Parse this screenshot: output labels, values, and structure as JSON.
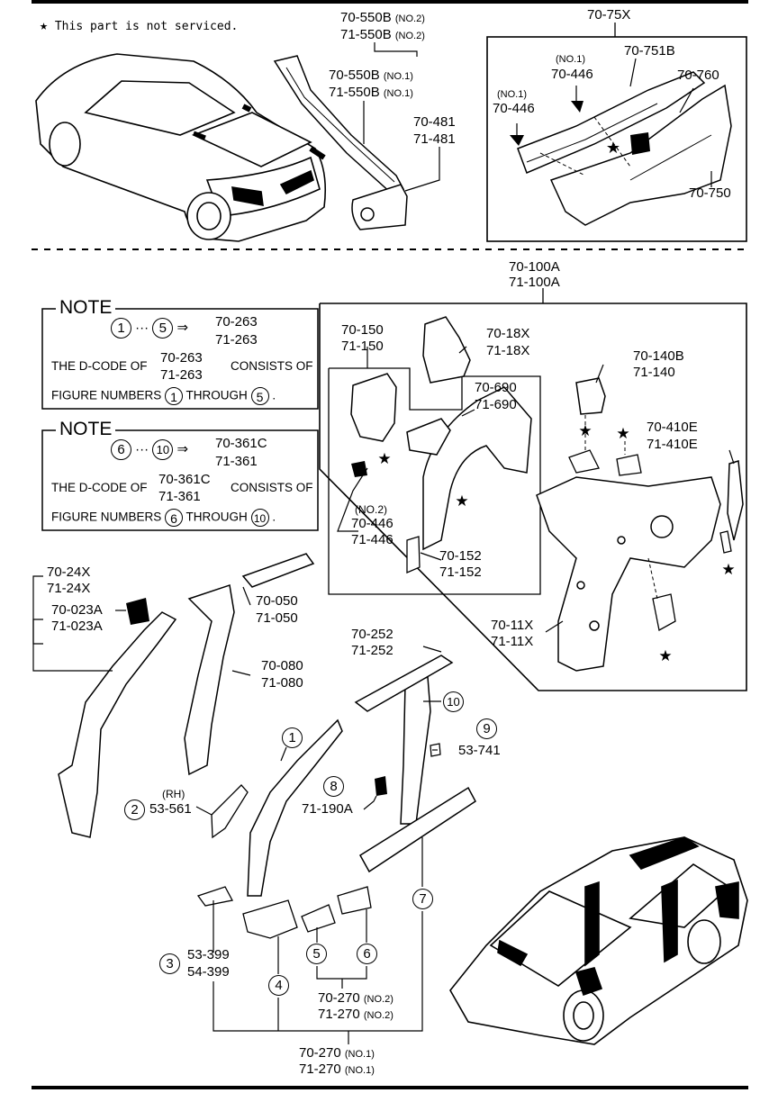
{
  "legend": {
    "icon": "star-icon",
    "text": "This part is not serviced."
  },
  "top": {
    "l1": "70-550B",
    "l1s": "(NO.2)",
    "l2": "71-550B",
    "l2s": "(NO.2)",
    "l3": "70-550B",
    "l3s": "(NO.1)",
    "l4": "71-550B",
    "l4s": "(NO.1)",
    "l5": "70-481",
    "l6": "71-481"
  },
  "box75": {
    "title": "70-75X",
    "p1s": "(NO.1)",
    "p1": "70-446",
    "p2": "70-751B",
    "p3s": "(NO.1)",
    "p3": "70-446",
    "p4": "70-760",
    "p5": "70-750"
  },
  "main100": {
    "l1": "70-100A",
    "l2": "71-100A"
  },
  "note1": {
    "title": "NOTE",
    "c_from": "1",
    "dots": "···",
    "c_to": "5",
    "arrow": "⇒",
    "code1": "70-263",
    "code2": "71-263",
    "t1": "THE D-CODE OF",
    "t2": "CONSISTS OF",
    "t3": "FIGURE NUMBERS",
    "t4": "THROUGH",
    "period": "."
  },
  "note2": {
    "title": "NOTE",
    "c_from": "6",
    "dots": "···",
    "c_to": "10",
    "arrow": "⇒",
    "code1": "70-361C",
    "code2": "71-361",
    "t1": "THE D-CODE OF",
    "t2": "CONSISTS OF",
    "t3": "FIGURE NUMBERS",
    "t4": "THROUGH",
    "period": "."
  },
  "inner": {
    "a1": "70-150",
    "a2": "71-150",
    "b1": "70-18X",
    "b2": "71-18X",
    "c1": "70-690",
    "c2": "71-690",
    "d0": "(NO.2)",
    "d1": "70-446",
    "d2": "71-446",
    "e1": "70-152",
    "e2": "71-152"
  },
  "right": {
    "a1": "70-140B",
    "a2": "71-140",
    "b1": "70-410E",
    "b2": "71-410E",
    "c1": "70-11X",
    "c2": "71-11X"
  },
  "lower": {
    "a1": "70-24X",
    "a2": "71-24X",
    "b1": "70-023A",
    "b2": "71-023A",
    "c1": "70-050",
    "c2": "71-050",
    "d1": "70-080",
    "d2": "71-080",
    "e1": "70-252",
    "e2": "71-252",
    "n1": "1",
    "n2": "2",
    "n3": "3",
    "n4": "4",
    "n5": "5",
    "n6": "6",
    "n7": "7",
    "n8": "8",
    "n9": "9",
    "n10": "10",
    "rh": "(RH)",
    "p2": "53-561",
    "p9": "53-741",
    "p8": "71-190A",
    "p3a": "53-399",
    "p3b": "54-399",
    "f1": "70-270",
    "f1s": "(NO.2)",
    "f2": "71-270",
    "f2s": "(NO.2)",
    "g1": "70-270",
    "g1s": "(NO.1)",
    "g2": "71-270",
    "g2s": "(NO.1)"
  }
}
